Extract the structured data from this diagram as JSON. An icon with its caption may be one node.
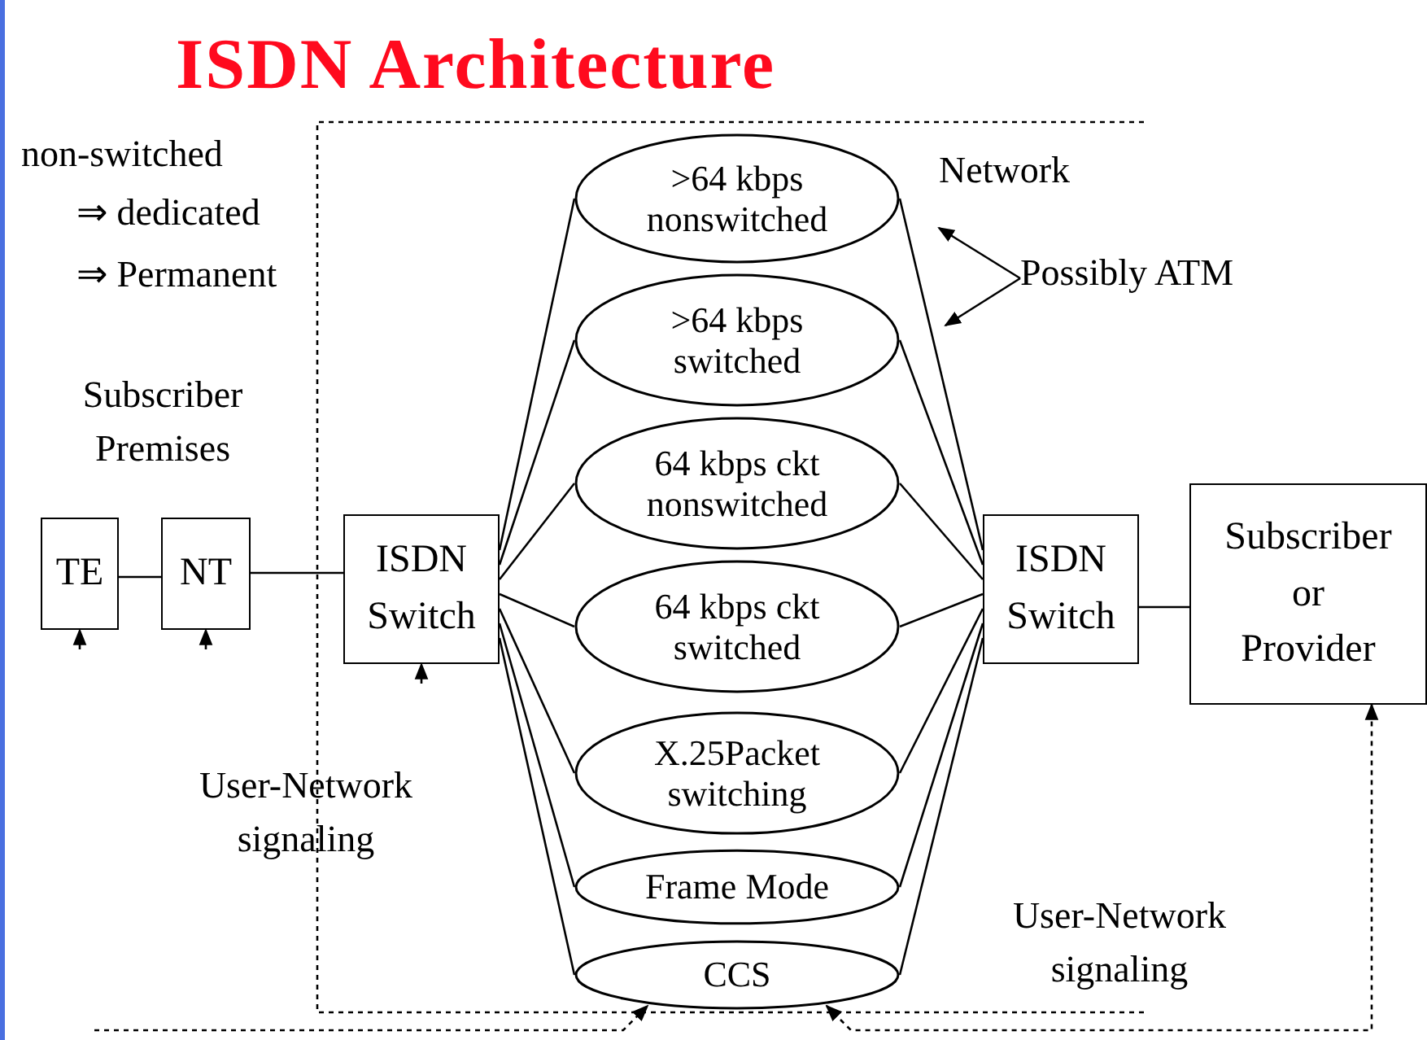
{
  "diagram": {
    "title": "ISDN Architecture",
    "nodes": [
      {
        "text": [
          "TE"
        ]
      },
      {
        "text": [
          "NT"
        ]
      },
      {
        "text": [
          "ISDN Switch"
        ]
      },
      {
        "text": [
          ">64 kbps nonswitched"
        ]
      },
      {
        "text": [
          ">64 kbps switched"
        ]
      },
      {
        "text": [
          "64 kbps ckt nonswitched"
        ]
      },
      {
        "text": [
          "64 kbps ckt switched"
        ]
      },
      {
        "text": [
          "X.25Packet switching"
        ]
      },
      {
        "text": [
          "Frame Mode"
        ]
      },
      {
        "text": [
          "CCS"
        ]
      },
      {
        "text": [
          "ISDN Switch"
        ]
      },
      {
        "text": [
          "Subscriber or Provider"
        ]
      },
      {
        "text": [
          "Possibly ATM"
        ]
      }
    ],
    "edges": [
      {
        "from": 0,
        "to": 1,
        "arrow": "none"
      },
      {
        "from": 1,
        "to": 2,
        "arrow": "none"
      },
      {
        "from": 2,
        "to": 3,
        "arrow": "none"
      },
      {
        "from": 2,
        "to": 4,
        "arrow": "none"
      },
      {
        "from": 2,
        "to": 5,
        "arrow": "none"
      },
      {
        "from": 2,
        "to": 6,
        "arrow": "none"
      },
      {
        "from": 2,
        "to": 7,
        "arrow": "none"
      },
      {
        "from": 2,
        "to": 8,
        "arrow": "none"
      },
      {
        "from": 2,
        "to": 9,
        "arrow": "none"
      },
      {
        "from": 10,
        "to": 3,
        "arrow": "none"
      },
      {
        "from": 10,
        "to": 4,
        "arrow": "none"
      },
      {
        "from": 10,
        "to": 5,
        "arrow": "none"
      },
      {
        "from": 10,
        "to": 6,
        "arrow": "none"
      },
      {
        "from": 10,
        "to": 7,
        "arrow": "none"
      },
      {
        "from": 10,
        "to": 8,
        "arrow": "none"
      },
      {
        "from": 10,
        "to": 9,
        "arrow": "none"
      },
      {
        "from": 10,
        "to": 11,
        "arrow": "none"
      },
      {
        "from": 12,
        "to": null,
        "arrow": "to"
      },
      {
        "from": 12,
        "to": null,
        "arrow": "to"
      },
      {
        "from": null,
        "to": 0,
        "arrow": "to",
        "style": "dashed"
      },
      {
        "from": null,
        "to": 1,
        "arrow": "to",
        "style": "dashed"
      },
      {
        "from": null,
        "to": 2,
        "arrow": "to",
        "style": "dashed"
      },
      {
        "from": null,
        "to": 9,
        "arrow": "to",
        "style": "dashed"
      },
      {
        "from": 9,
        "to": 11,
        "arrow": "both",
        "style": "dashed"
      }
    ],
    "labels": [
      "non-switched",
      "⇒ dedicated",
      "⇒ Permanent",
      "Subscriber Premises",
      "Network",
      "User-Network signaling",
      "User-Network signaling"
    ]
  }
}
